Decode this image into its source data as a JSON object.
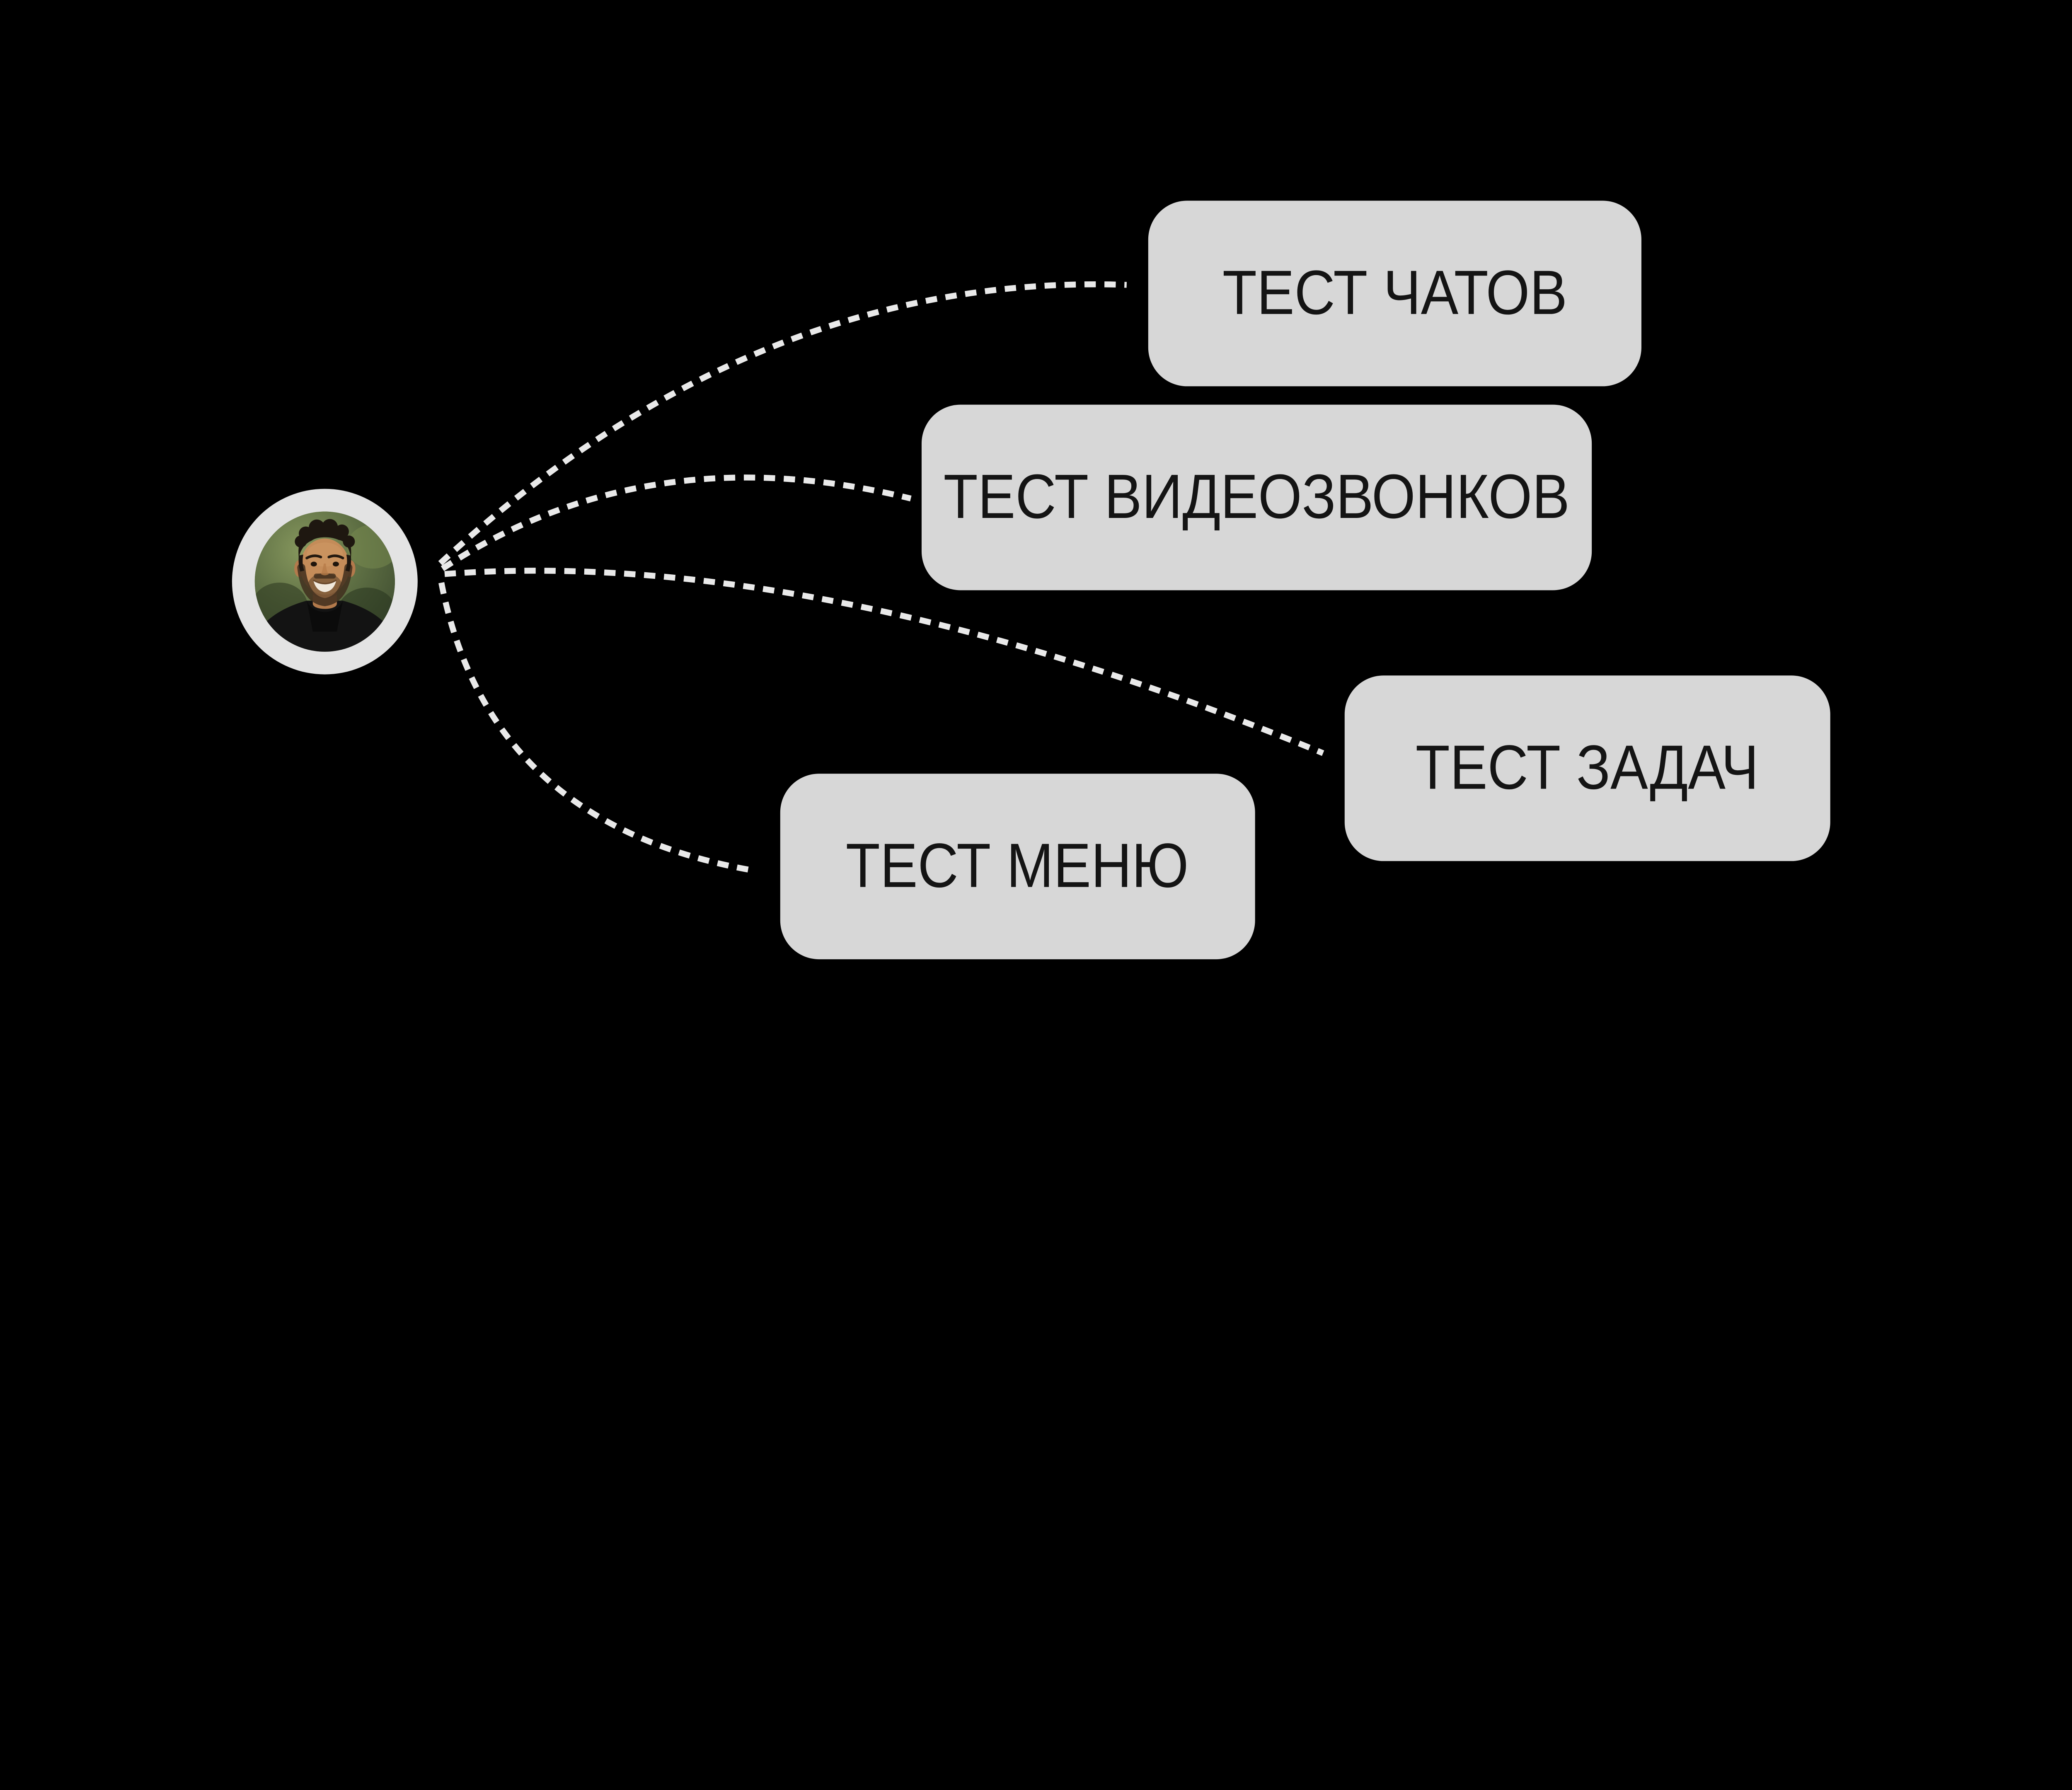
{
  "canvas": {
    "kind": "mind-map",
    "background_color": "#000000"
  },
  "avatar": {
    "description": "Smiling man with short dark hair and beard, black jacket, blurred green background",
    "ring_color": "#e3e3e3"
  },
  "nodes": [
    {
      "id": "chats",
      "label": "ТЕСТ ЧАТОВ"
    },
    {
      "id": "video-calls",
      "label": "ТЕСТ ВИДЕОЗВОНКОВ"
    },
    {
      "id": "tasks",
      "label": "ТЕСТ ЗАДАЧ"
    },
    {
      "id": "menu",
      "label": "ТЕСТ МЕНЮ"
    }
  ],
  "styles": {
    "node_fill": "#d7d7d7",
    "node_text_color": "#141414",
    "connector_color": "#e9e9e9"
  }
}
